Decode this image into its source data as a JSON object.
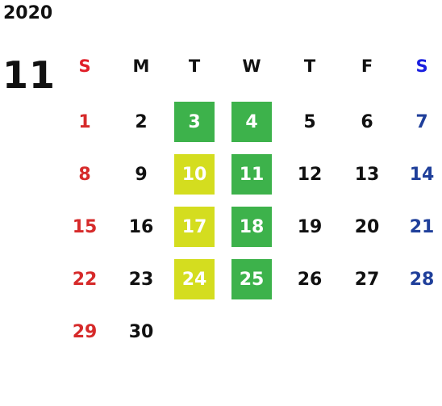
{
  "year": "2020",
  "month": "11",
  "colors": {
    "text": "#111111",
    "sunday_header": "#e0202a",
    "saturday_header": "#1a1fe0",
    "sunday_day": "#d62a2a",
    "saturday_day": "#1f3f9a",
    "highlight_lime": "#d4dd1f",
    "highlight_green": "#3db24b",
    "highlight_text": "#ffffff"
  },
  "weekdays": [
    "S",
    "M",
    "T",
    "W",
    "T",
    "F",
    "S"
  ],
  "weeks": [
    [
      "1",
      "2",
      "3",
      "4",
      "5",
      "6",
      "7"
    ],
    [
      "8",
      "9",
      "10",
      "11",
      "12",
      "13",
      "14"
    ],
    [
      "15",
      "16",
      "17",
      "18",
      "19",
      "20",
      "21"
    ],
    [
      "22",
      "23",
      "24",
      "25",
      "26",
      "27",
      "28"
    ],
    [
      "29",
      "30",
      "",
      "",
      "",
      "",
      ""
    ]
  ],
  "highlights": {
    "green": [
      "3",
      "4",
      "11",
      "18",
      "25"
    ],
    "lime": [
      "10",
      "17",
      "24"
    ]
  }
}
